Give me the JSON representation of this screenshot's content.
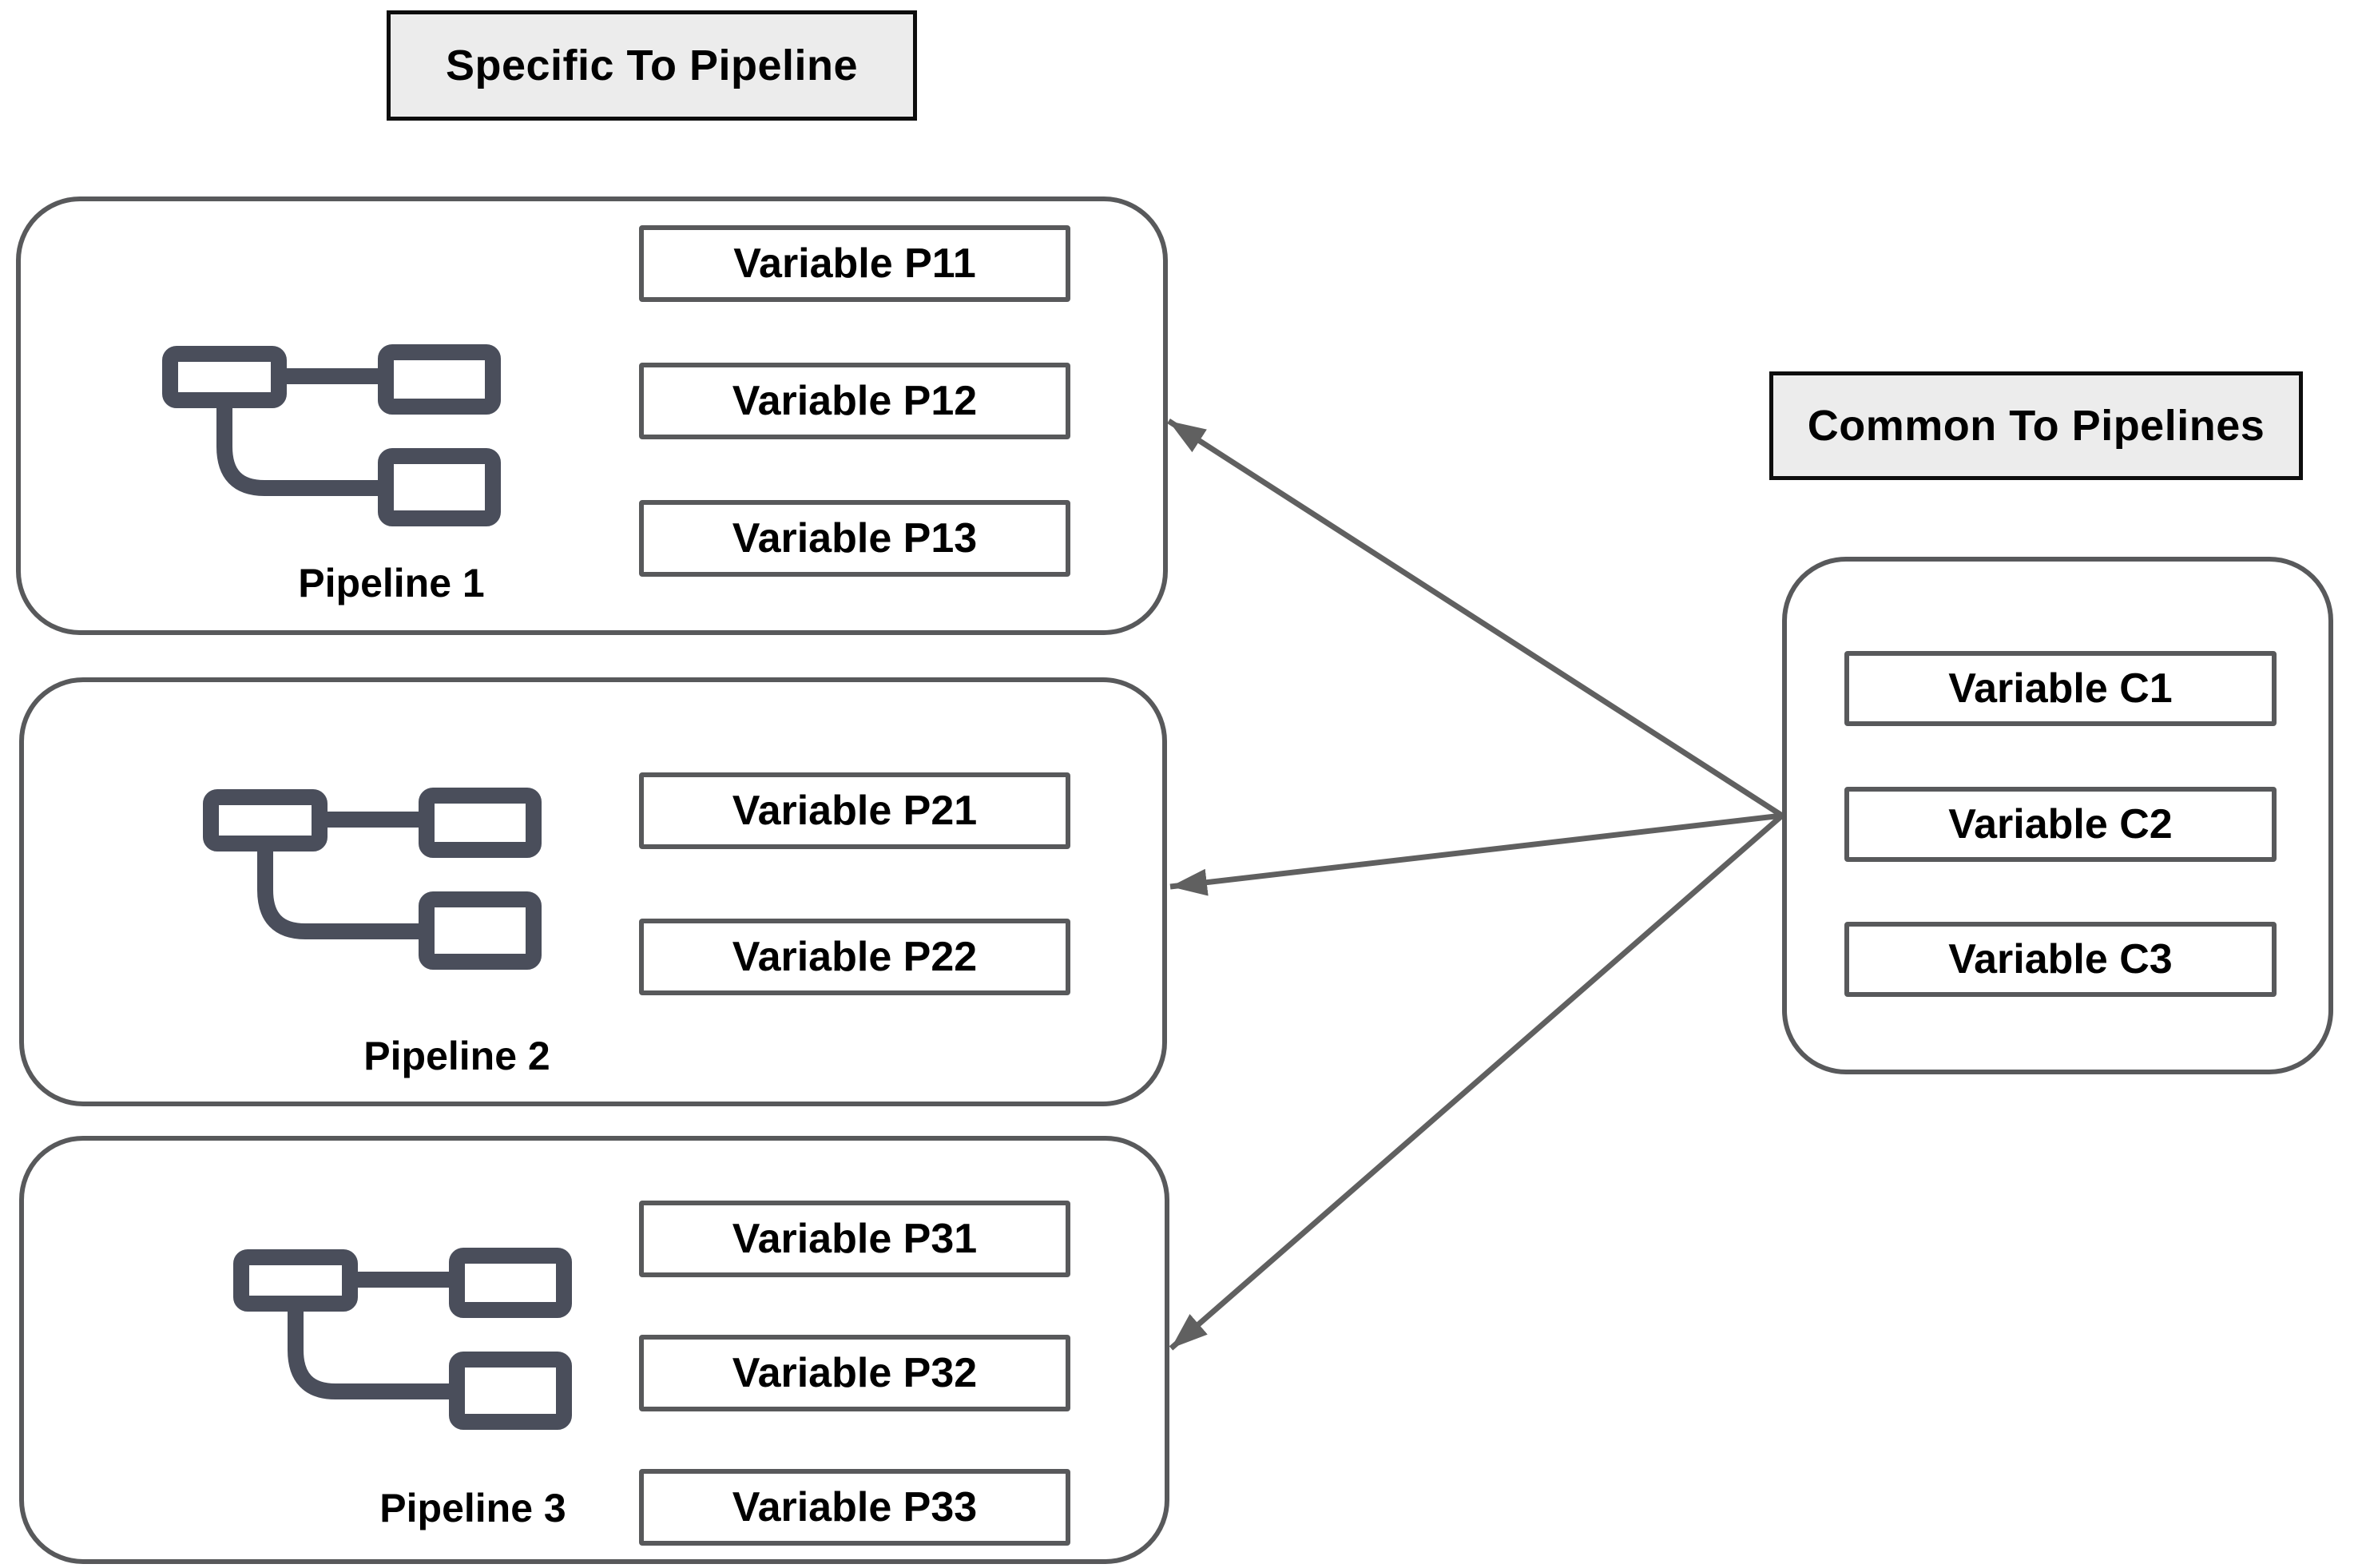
{
  "headers": {
    "specific": "Specific To Pipeline",
    "common": "Common To Pipelines"
  },
  "pipelines": [
    {
      "name": "Pipeline 1",
      "variables": [
        "Variable P11",
        "Variable P12",
        "Variable P13"
      ]
    },
    {
      "name": "Pipeline 2",
      "variables": [
        "Variable P21",
        "Variable P22"
      ]
    },
    {
      "name": "Pipeline 3",
      "variables": [
        "Variable P31",
        "Variable P32",
        "Variable P33"
      ]
    }
  ],
  "common_group": {
    "variables": [
      "Variable C1",
      "Variable C2",
      "Variable C3"
    ]
  },
  "icons": {
    "pipeline_icon": "workflow-icon"
  },
  "colors": {
    "background": "#ffffff",
    "header_fill": "#ececec",
    "header_border": "#0d0d0d",
    "outline_gray": "#58595b",
    "arrow": "#606060",
    "icon": "#4a4e5b",
    "text": "#000000"
  }
}
